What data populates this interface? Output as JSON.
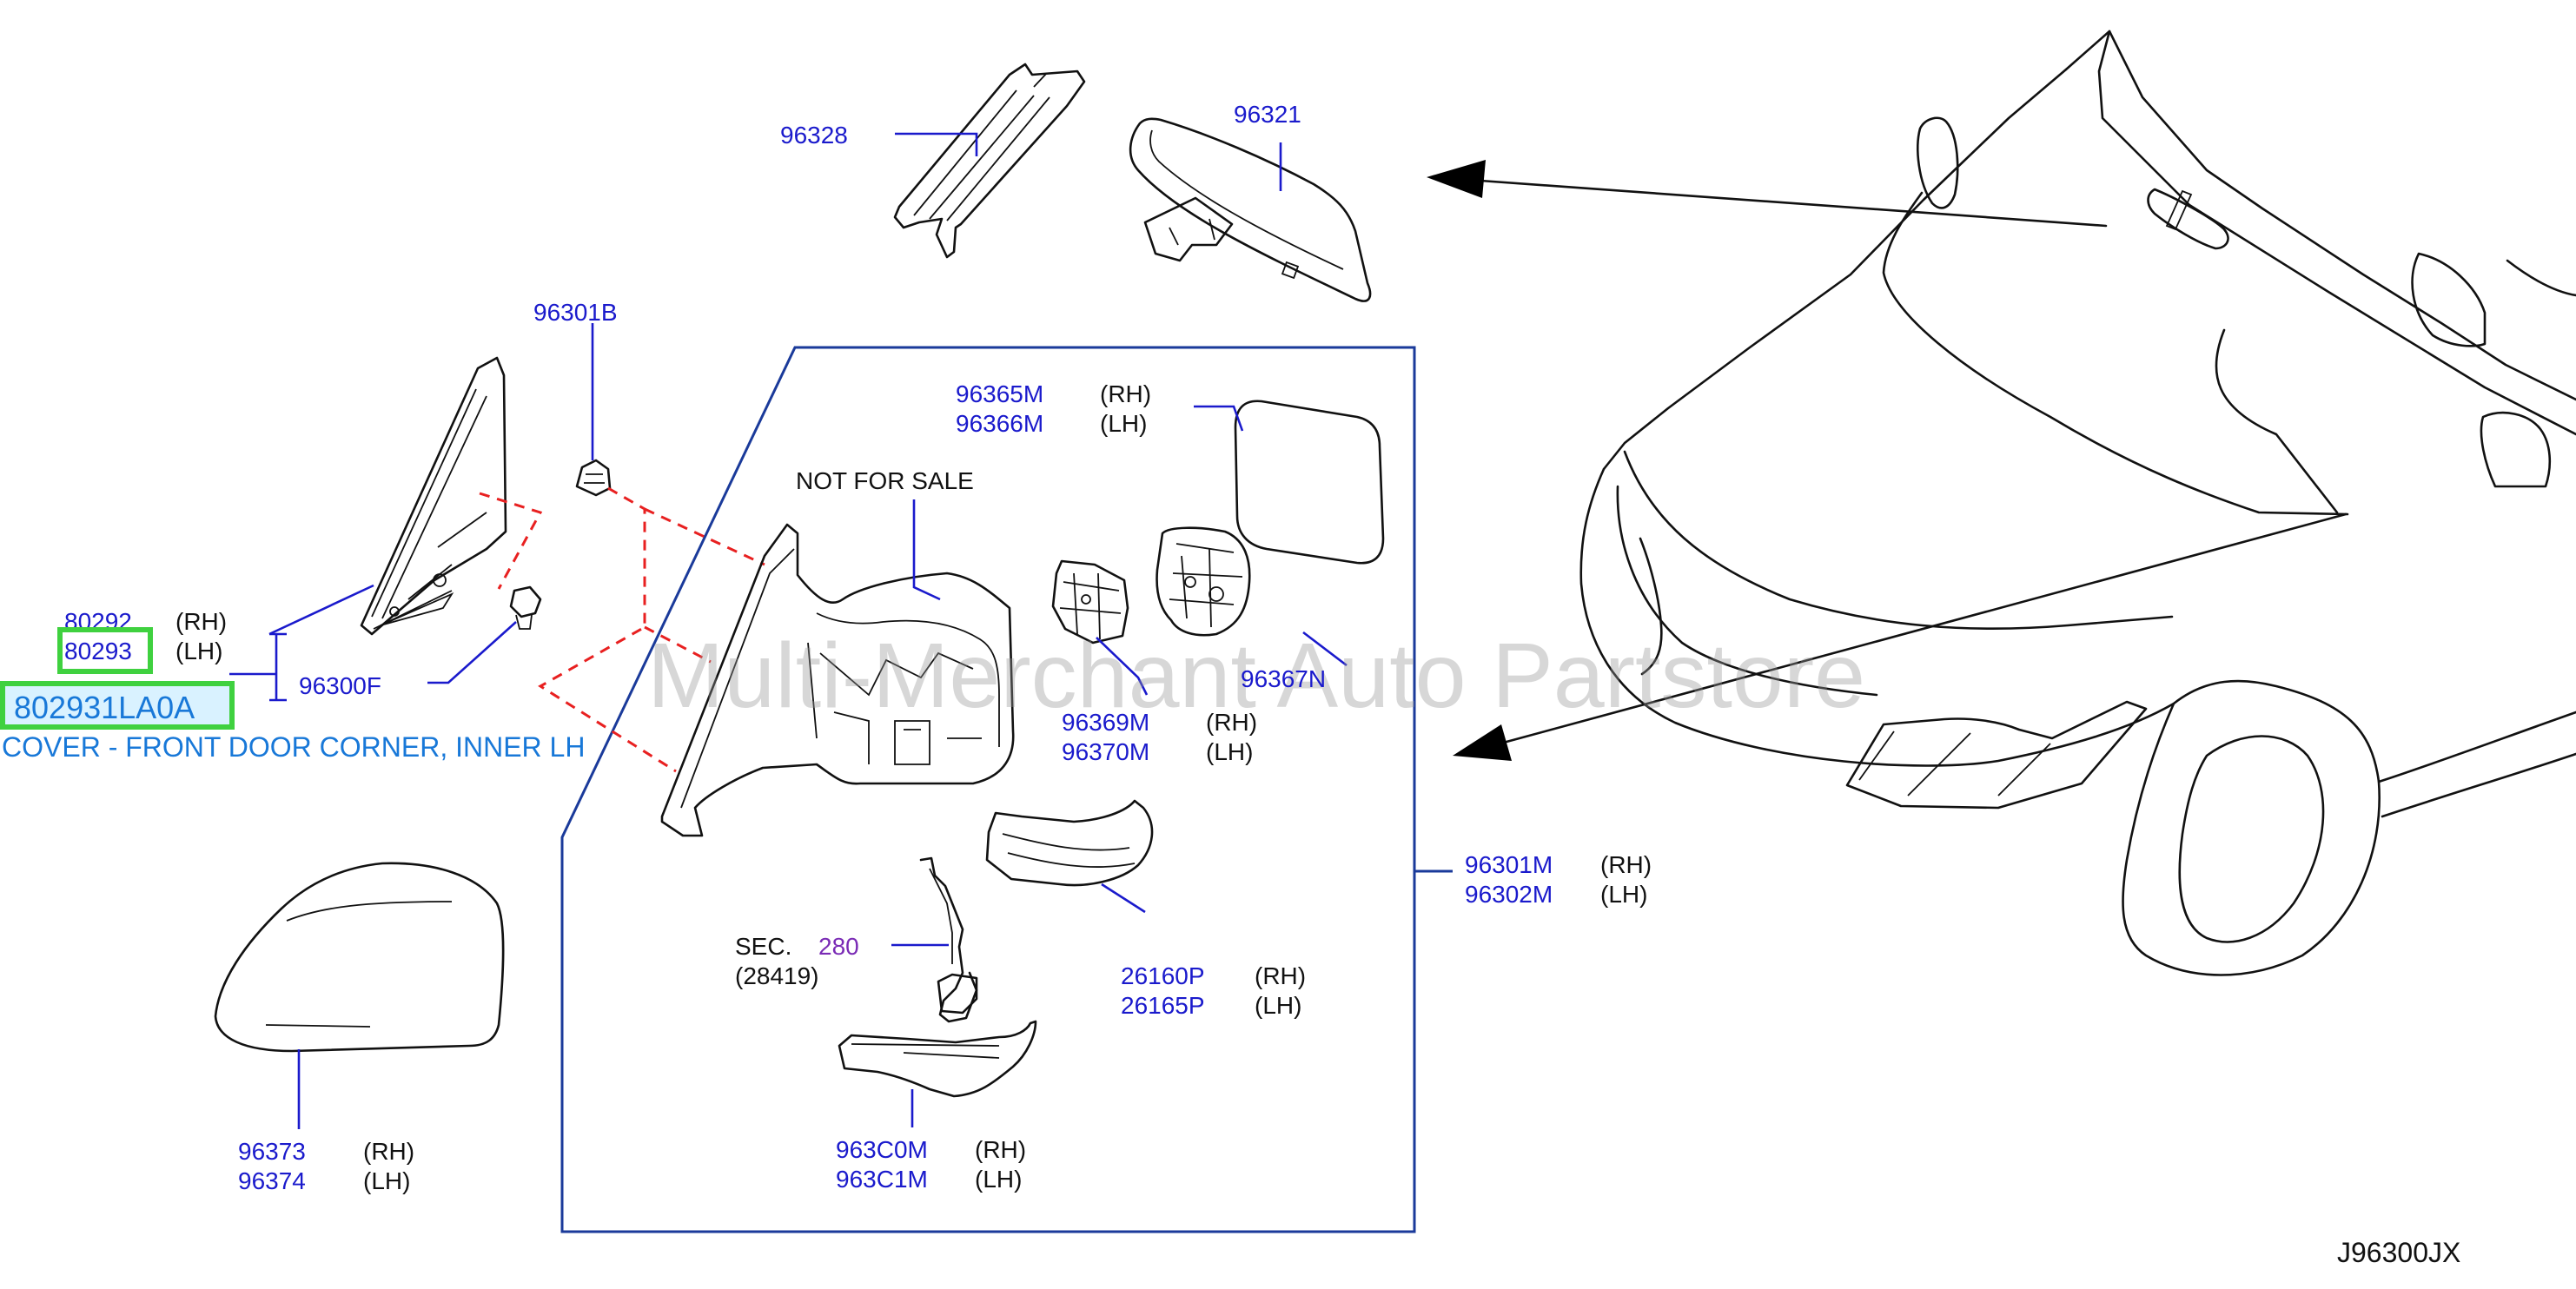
{
  "watermark": "Multi-Merchant Auto Partstore",
  "drawing_code": "J96300JX",
  "note": "NOT   FOR   SALE",
  "highlight": {
    "part_number": "802931LA0A",
    "description": "COVER - FRONT DOOR CORNER, INNER LH"
  },
  "labels": {
    "p96328": "96328",
    "p96321": "96321",
    "p96301B": "96301B",
    "p96365M": "96365M",
    "p96366M": "96366M",
    "p80292": "80292",
    "p80293": "80293",
    "p96300F": "96300F",
    "p96367N": "96367N",
    "p96369M": "96369M",
    "p96370M": "96370M",
    "p96301M": "96301M",
    "p96302M": "96302M",
    "sec_prefix": "SEC.",
    "sec_num": "280",
    "sec_sub": "(28419)",
    "p26160P": "26160P",
    "p26165P": "26165P",
    "p96373": "96373",
    "p96374": "96374",
    "p963C0M": "963C0M",
    "p963C1M": "963C1M"
  },
  "sides": {
    "rh": "(RH)",
    "lh": "(LH)"
  }
}
